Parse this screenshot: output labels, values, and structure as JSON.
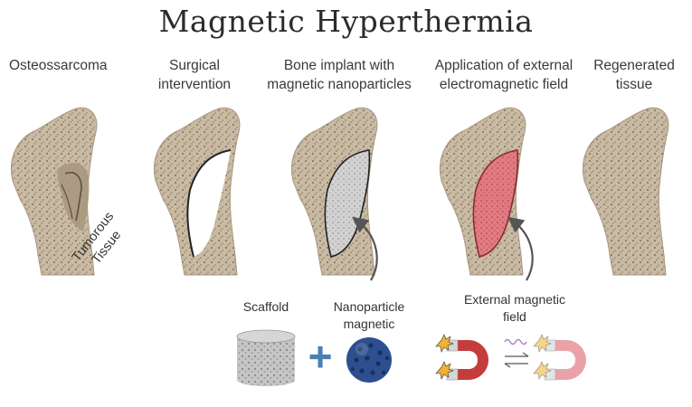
{
  "title": "Magnetic Hyperthermia",
  "stages": [
    {
      "label": "Osteossarcoma"
    },
    {
      "label": "Surgical\nintervention"
    },
    {
      "label": "Bone implant with\nmagnetic nanoparticles"
    },
    {
      "label": "Application of external\nelectromagnetic field"
    },
    {
      "label": "Regenerated\ntissue"
    }
  ],
  "annotation": "Tumorous\nTissue",
  "components": {
    "scaffold": "Scaffold",
    "nanoparticle": "Nanoparticle\nmagnetic",
    "field": "External magnetic\nfield",
    "plus": "+"
  },
  "colors": {
    "bone": "#c8b8a2",
    "bone_dark": "#8a7a66",
    "implant": "#c9c9c9",
    "implant_heated": "#d9737a",
    "nanoparticle": "#2e4f8f",
    "plus": "#4a7fb5",
    "magnet_red": "#c43c3c",
    "magnet_pink": "#eaa2a8"
  },
  "icons": [
    "curved-arrow-icon",
    "magnet-icon",
    "spark-icon",
    "wave-icon",
    "exchange-arrows-icon"
  ]
}
